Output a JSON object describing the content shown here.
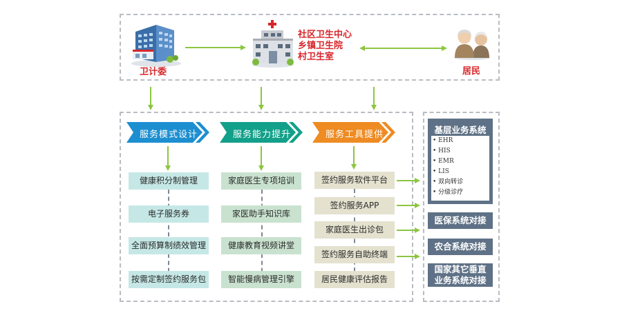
{
  "top": {
    "weijiwei": "卫计委",
    "center_lines": [
      "社区卫生中心",
      "乡镇卫生院",
      "村卫生室"
    ],
    "resident": "居民"
  },
  "columns": [
    {
      "header": "服务模式设计",
      "color": "#1d8fd0",
      "items": [
        "健康积分制管理",
        "电子服务券",
        "全面预算制绩效管理",
        "按需定制签约服务包"
      ]
    },
    {
      "header": "服务能力提升",
      "color": "#13a08a",
      "items": [
        "家庭医生专项培训",
        "家医助手知识库",
        "健康教育视频讲堂",
        "智能慢病管理引擎"
      ]
    },
    {
      "header": "服务工具提供",
      "color": "#ee8b22",
      "items": [
        "签约服务软件平台",
        "签约服务APP",
        "家庭医生出诊包",
        "签约服务自助终端",
        "居民健康评估报告"
      ]
    }
  ],
  "side": {
    "title": "基层业务系统",
    "sub_items": [
      "EHR",
      "HIS",
      "EMR",
      "LIS",
      "双向转诊",
      "分级诊疗"
    ],
    "boxes": [
      "医保系统对接",
      "农合系统对接",
      "国家其它垂直",
      "业务系统对接"
    ]
  },
  "colors": {
    "arrow": "#8cc63f",
    "dash_border": "#b8bcc2",
    "org_text": "#d8262b",
    "side_box": "#5e7186",
    "cyan_box": "#c5e8e6",
    "green_box": "#c9e2cf",
    "beige_box": "#e4e1cf"
  },
  "icons": [
    "government-building-icon",
    "hospital-building-icon",
    "elderly-couple-icon"
  ]
}
